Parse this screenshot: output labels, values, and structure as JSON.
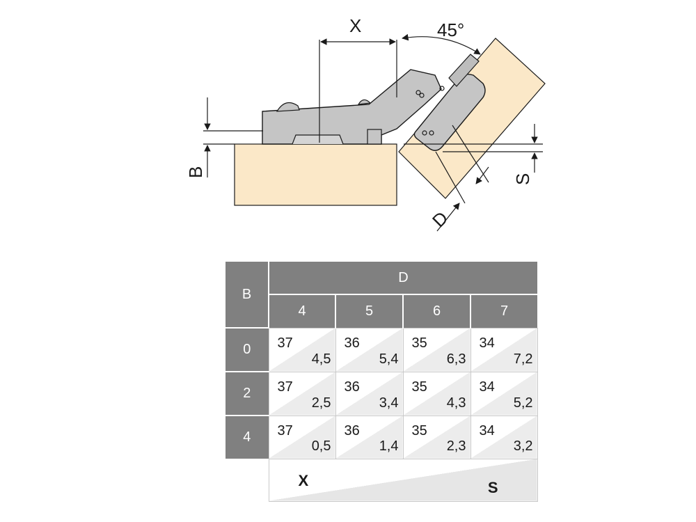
{
  "diagram": {
    "labels": {
      "x": "X",
      "angle": "45°",
      "b": "B",
      "s": "S",
      "d": "D"
    },
    "colors": {
      "wood": "#fbe8c8",
      "hinge": "#c5c5c5",
      "outline": "#1a1a1a"
    }
  },
  "table": {
    "row_header": "B",
    "col_header": "D",
    "columns": [
      "4",
      "5",
      "6",
      "7"
    ],
    "rows": [
      {
        "b": "0",
        "cells": [
          {
            "x": "37",
            "s": "4,5"
          },
          {
            "x": "36",
            "s": "5,4"
          },
          {
            "x": "35",
            "s": "6,3"
          },
          {
            "x": "34",
            "s": "7,2"
          }
        ]
      },
      {
        "b": "2",
        "cells": [
          {
            "x": "37",
            "s": "2,5"
          },
          {
            "x": "36",
            "s": "3,4"
          },
          {
            "x": "35",
            "s": "4,3"
          },
          {
            "x": "34",
            "s": "5,2"
          }
        ]
      },
      {
        "b": "4",
        "cells": [
          {
            "x": "37",
            "s": "0,5"
          },
          {
            "x": "36",
            "s": "1,4"
          },
          {
            "x": "35",
            "s": "2,3"
          },
          {
            "x": "34",
            "s": "3,2"
          }
        ]
      }
    ],
    "legend": {
      "x": "X",
      "s": "S"
    },
    "header_color": "#808080"
  }
}
